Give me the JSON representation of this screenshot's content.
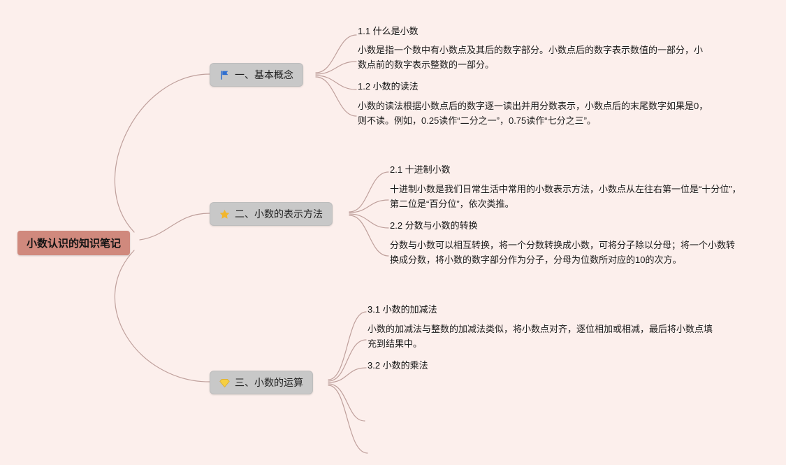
{
  "canvas": {
    "background": "#fcefec",
    "line_color": "#bfa09c",
    "root_bg": "#d0897d",
    "branch_bg": "#c8c8c8",
    "flag_color": "#2f6fd0",
    "marker_color": "#f2b62c"
  },
  "root": {
    "label": "小数认识的知识笔记"
  },
  "branches": [
    {
      "icon": "flag-icon",
      "label": "一、基本概念",
      "children": [
        {
          "title": "1.1 什么是小数",
          "body": "小数是指一个数中有小数点及其后的数字部分。小数点后的数字表示数值的一部分，小数点前的数字表示整数的一部分。"
        },
        {
          "title": "1.2 小数的读法",
          "body": "小数的读法根据小数点后的数字逐一读出并用分数表示，小数点后的末尾数字如果是0，则不读。例如，0.25读作“二分之一”，0.75读作“七分之三”。"
        }
      ]
    },
    {
      "icon": "star-icon",
      "label": "二、小数的表示方法",
      "children": [
        {
          "title": "2.1 十进制小数",
          "body": "十进制小数是我们日常生活中常用的小数表示方法，小数点从左往右第一位是“十分位”，第二位是“百分位”，依次类推。"
        },
        {
          "title": "2.2 分数与小数的转换",
          "body": "分数与小数可以相互转换，将一个分数转换成小数，可将分子除以分母；将一个小数转换成分数，将小数的数字部分作为分子，分母为位数所对应的10的次方。"
        }
      ]
    },
    {
      "icon": "gem-icon",
      "label": "三、小数的运算",
      "children": [
        {
          "title": "3.1 小数的加减法",
          "body": "小数的加减法与整数的加减法类似，将小数点对齐，逐位相加或相减，最后将小数点填充到结果中。"
        },
        {
          "title": "3.2 小数的乘法"
        }
      ]
    }
  ]
}
